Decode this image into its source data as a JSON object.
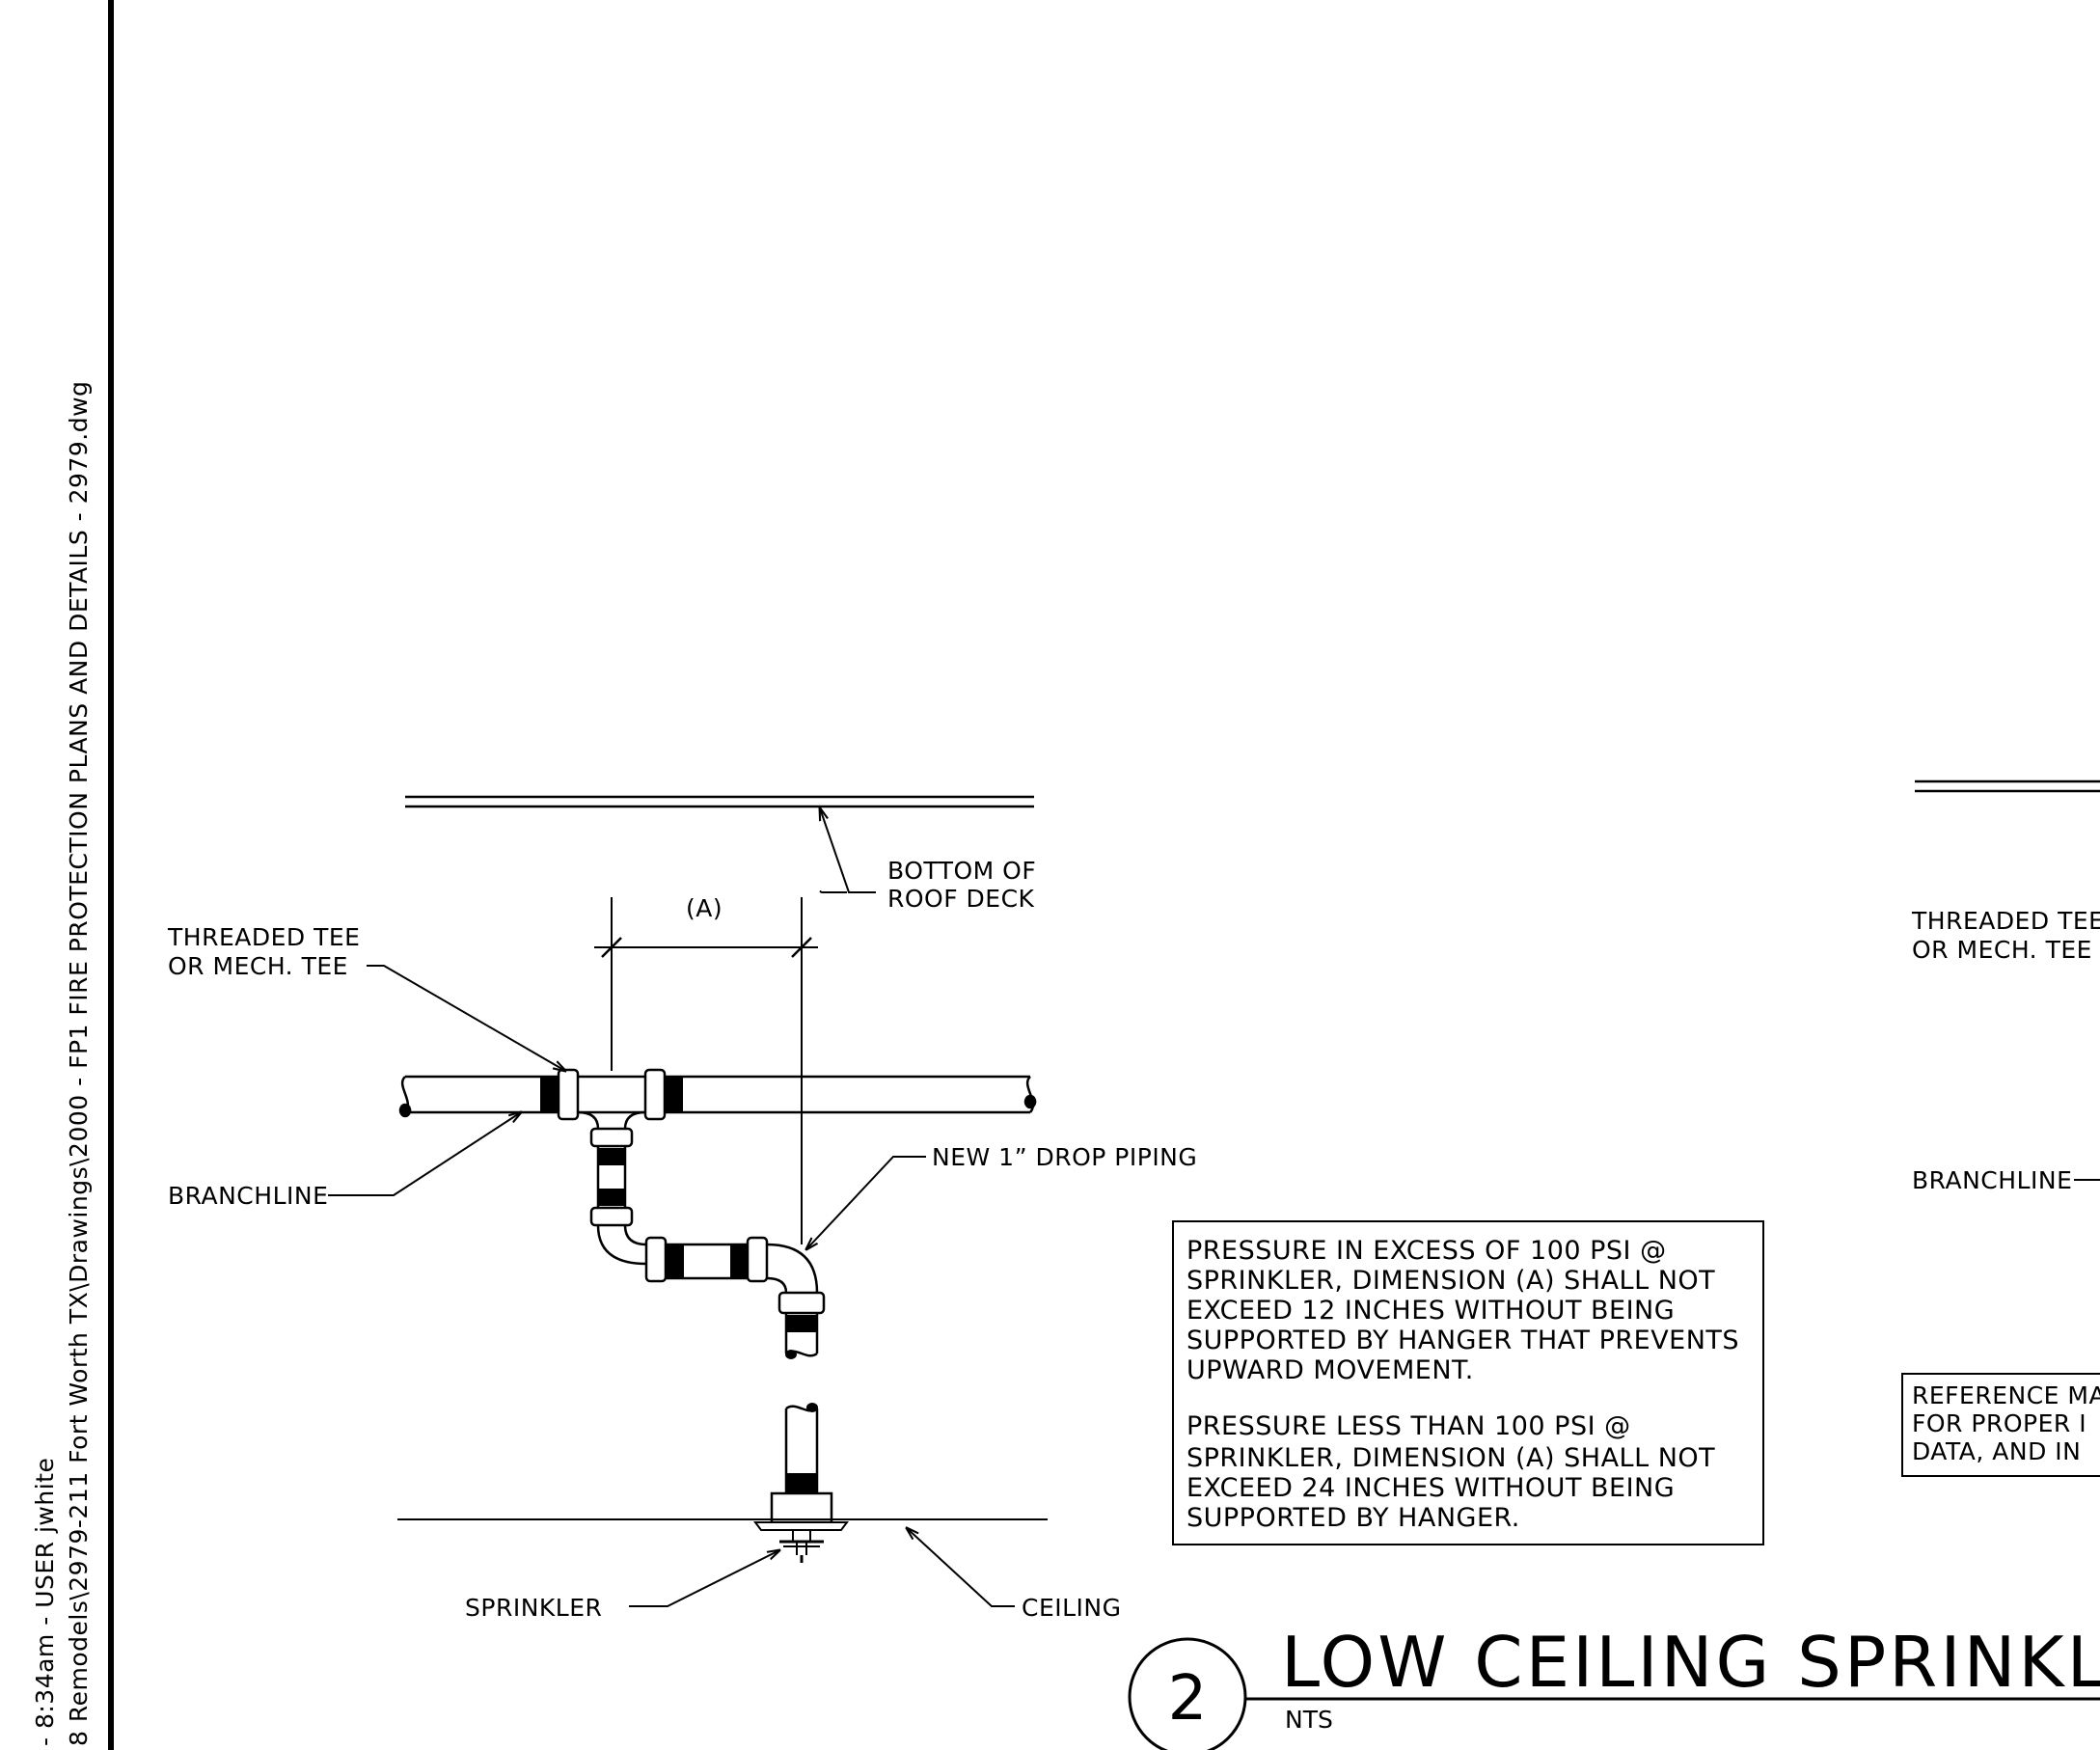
{
  "sidebar": {
    "line1": "- 8:34am - USER jwhite",
    "line2": "8 Remodels\\2979-211 Fort Worth TX\\Drawings\\2000 - FP1 FIRE PROTECTION PLANS AND DETAILS - 2979.dwg"
  },
  "detail_left": {
    "roof_label": [
      "BOTTOM OF",
      "ROOF DECK"
    ],
    "dimension_label": "(A)",
    "tee_label": [
      "THREADED TEE",
      "OR MECH. TEE"
    ],
    "branchline_label": "BRANCHLINE",
    "drop_label": "NEW 1” DROP PIPING",
    "sprinkler_label": "SPRINKLER",
    "ceiling_label": "CEILING"
  },
  "note_box": {
    "paragraph1": [
      "PRESSURE IN EXCESS OF 100 PSI @",
      "SPRINKLER, DIMENSION (A) SHALL NOT",
      "EXCEED 12 INCHES WITHOUT BEING",
      "SUPPORTED BY HANGER THAT PREVENTS",
      "UPWARD MOVEMENT."
    ],
    "paragraph2": [
      "PRESSURE LESS THAN 100 PSI @",
      "SPRINKLER, DIMENSION (A) SHALL NOT",
      "EXCEED 24 INCHES WITHOUT BEING",
      "SUPPORTED BY HANGER."
    ]
  },
  "detail_right": {
    "tee_label": [
      "THREADED TEE",
      "OR MECH. TEE"
    ],
    "branchline_label": "BRANCHLINE",
    "reference_note": [
      "REFERENCE MA",
      "FOR PROPER I",
      "DATA, AND IN"
    ]
  },
  "title_block": {
    "detail_number": "2",
    "title": "LOW CEILING SPRINKLER",
    "scale": "NTS"
  }
}
